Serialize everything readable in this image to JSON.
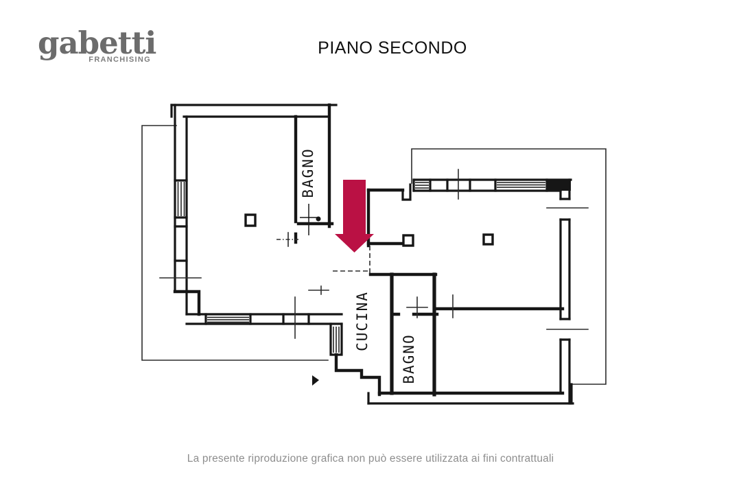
{
  "logo": {
    "brand": "gabetti",
    "subtitle": "FRANCHISING"
  },
  "header": {
    "title": "PIANO SECONDO"
  },
  "plan": {
    "rooms": [
      {
        "id": "bagno-top",
        "label": "BAGNO"
      },
      {
        "id": "cucina",
        "label": "CUCINA"
      },
      {
        "id": "bagno-bottom",
        "label": "BAGNO"
      }
    ],
    "marker": {
      "type": "entrance-down-arrow",
      "color": "#ba1144"
    },
    "line_color": "#161616"
  },
  "footer": {
    "disclaimer": "La presente riproduzione grafica non può essere utilizzata ai fini contrattuali"
  }
}
